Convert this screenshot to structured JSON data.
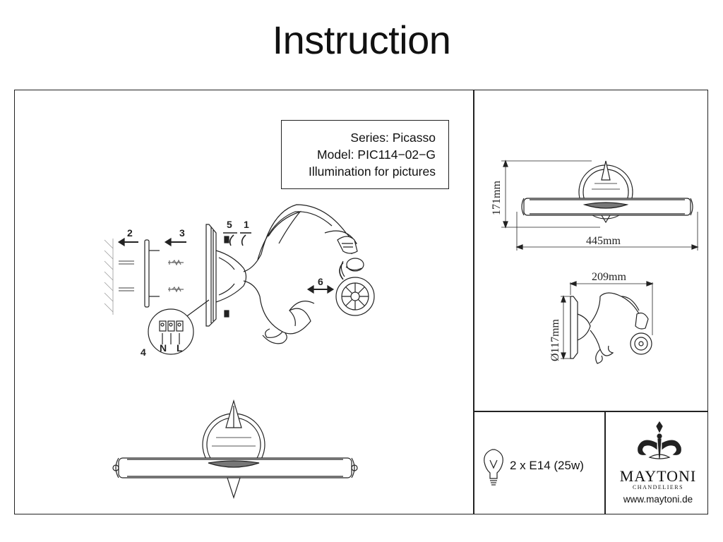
{
  "title": "Instruction",
  "info": {
    "series": "Series: Picasso",
    "model": "Model: PIC114−02−G",
    "purpose": "Illumination for pictures"
  },
  "steps": {
    "s1": "1",
    "s2": "2",
    "s3": "3",
    "s4": "4",
    "s5": "5",
    "s6": "6",
    "terminal_n": "N",
    "terminal_l": "L"
  },
  "dimensions": {
    "front_height": "171mm",
    "front_width": "445mm",
    "side_depth": "209mm",
    "base_diameter": "Ø117mm"
  },
  "bulb": {
    "icon": "lightbulb-icon",
    "spec": "2 x E14 (25w)"
  },
  "brand": {
    "logo_icon": "ornament-logo-icon",
    "name": "MAYTONI",
    "subtitle": "CHANDELIERS",
    "website": "www.maytoni.de"
  }
}
